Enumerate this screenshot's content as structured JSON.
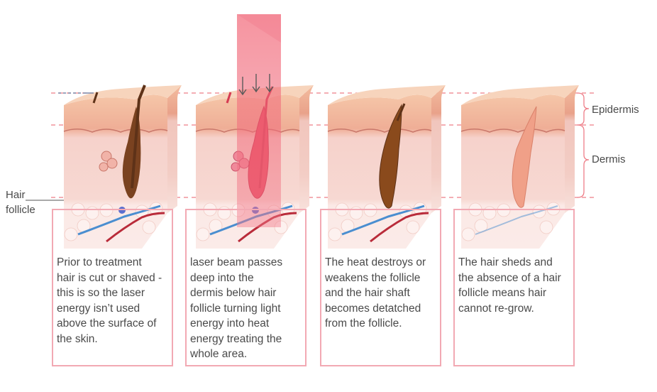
{
  "labels": {
    "epidermis": "Epidermis",
    "dermis": "Dermis",
    "hair_follicle": "Hair\nfollicle"
  },
  "stages": [
    {
      "caption": "Prior to treatment\nhair is cut or shaved -\nthis is so the laser\nenergy isn’t used\nabove the surface of\nthe skin."
    },
    {
      "caption": "laser beam passes\ndeep into the\ndermis below hair\nfollicle turning light\nenergy into heat\nenergy treating the\nwhole area."
    },
    {
      "caption": "The heat destroys or\nweakens the follicle\nand the hair shaft\nbecomes detatched\nfrom the follicle."
    },
    {
      "caption": "The hair sheds and\nthe absence of a hair\nfollicle means hair\ncannot re-grow."
    }
  ],
  "colors": {
    "guide_line": "#ee7e88",
    "box_border": "#f2a9b3",
    "skin_top": "#f7d3b8",
    "epidermis": "#f1b7a0",
    "dermis": "#f6d0c8",
    "fat": "#fbe8e4",
    "hair": "#6b3a1e",
    "follicle_burnt": "#8a4a1c",
    "laser": "#f06a7a"
  }
}
